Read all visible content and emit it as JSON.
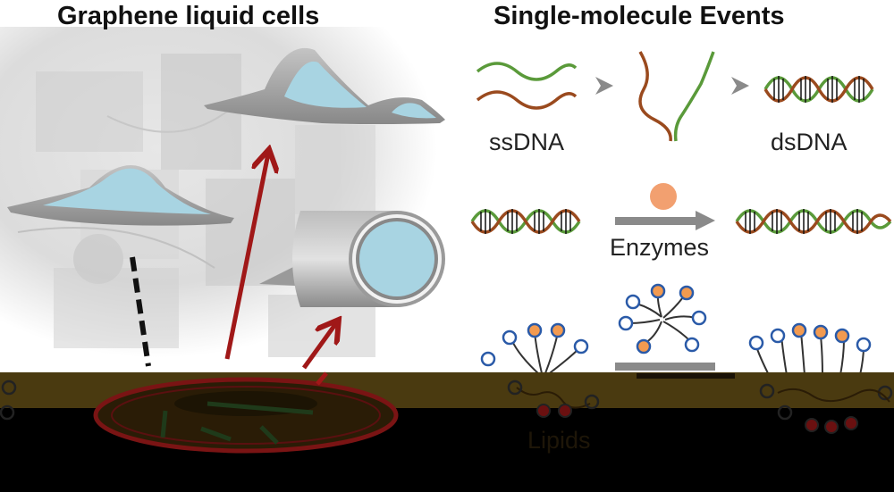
{
  "panels": {
    "left_title": "Graphene liquid cells",
    "right_title": "Single-molecule Events"
  },
  "labels": {
    "ssdna": "ssDNA",
    "dsdna": "dsDNA",
    "enzymes": "Enzymes",
    "lipids": "Lipids"
  },
  "colors": {
    "dna_green": "#5a9a3a",
    "dna_brown": "#9a4a1e",
    "liquid_blue": "#a8d4e2",
    "arrow_red": "#a01818",
    "lipid_orange": "#f29a50",
    "lipid_blue": "#2a5aa8",
    "overlay_olive": "#4a3a10"
  },
  "icons": [
    "graphene-pocket",
    "graphene-scroll",
    "double-helix",
    "enzyme-sphere",
    "lipid-micelle",
    "tem-grid"
  ]
}
